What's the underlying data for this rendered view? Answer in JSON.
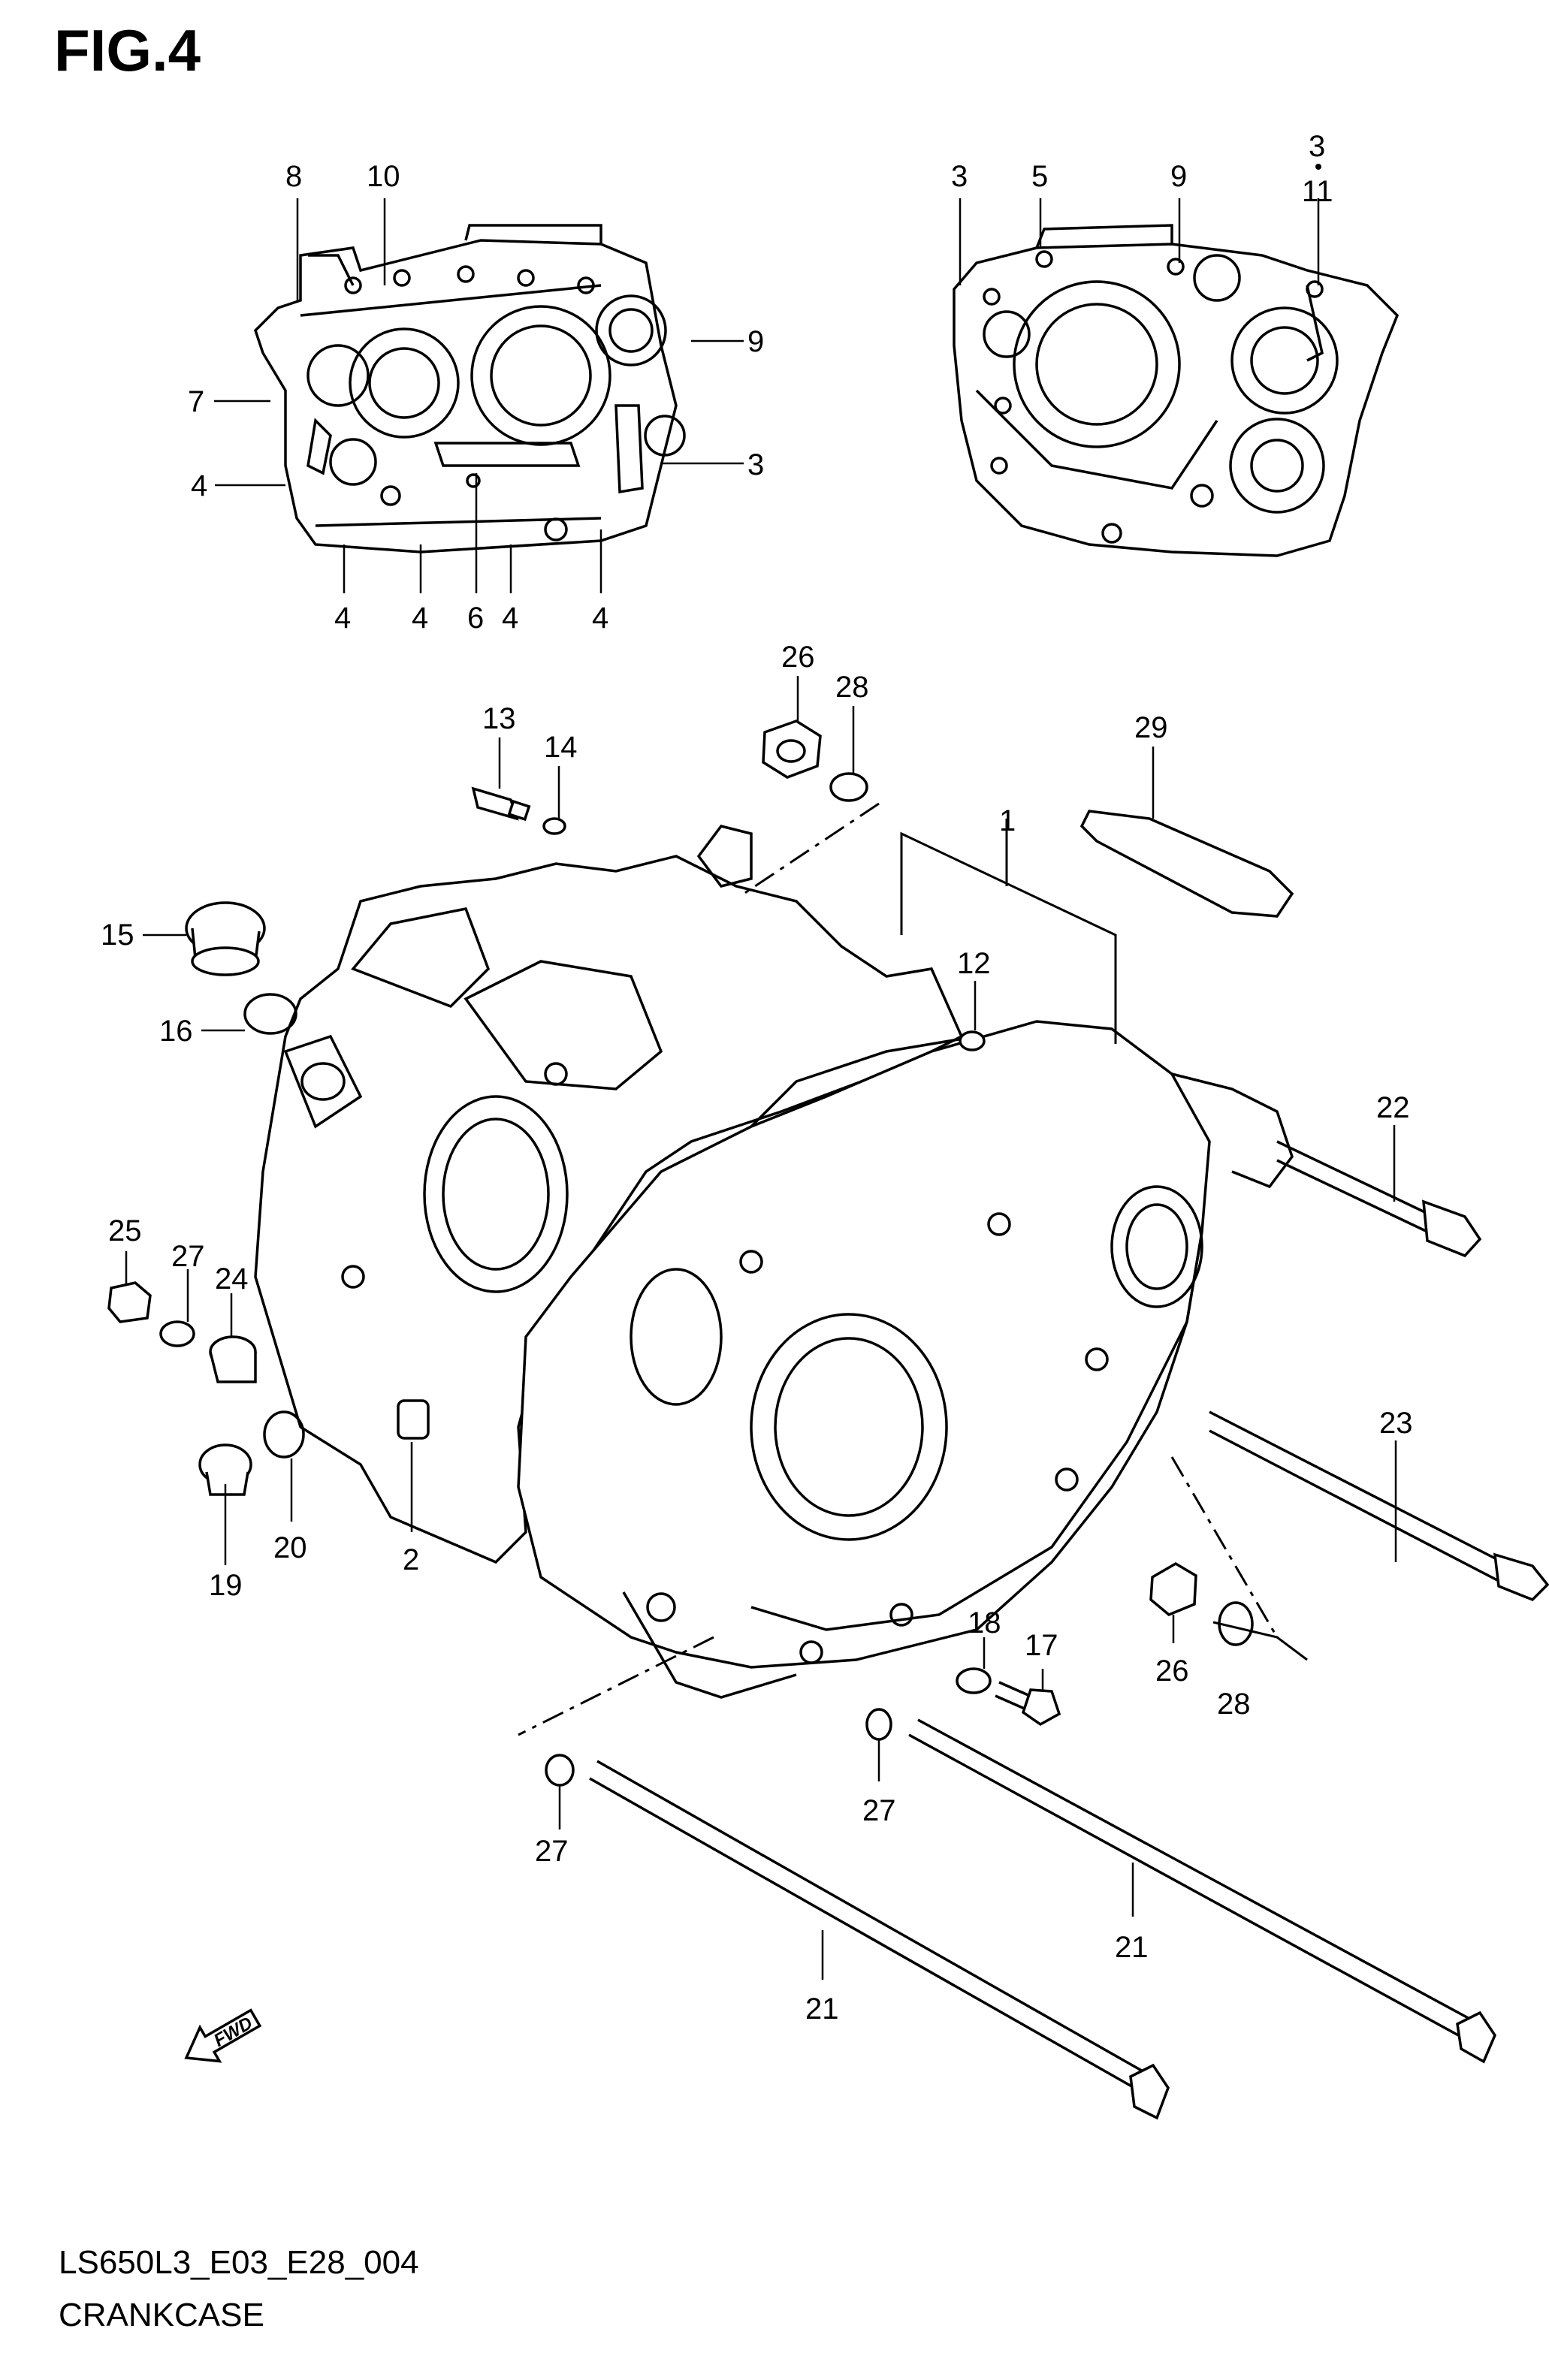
{
  "figure": {
    "title": "FIG.4"
  },
  "footer": {
    "code": "LS650L3_E03_E28_004",
    "name": "CRANKCASE"
  },
  "fwd_label": "FWD",
  "callouts": [
    {
      "id": "c8",
      "text": "8"
    },
    {
      "id": "c10",
      "text": "10"
    },
    {
      "id": "c7",
      "text": "7"
    },
    {
      "id": "c4a",
      "text": "4"
    },
    {
      "id": "c9a",
      "text": "9"
    },
    {
      "id": "c3a",
      "text": "3"
    },
    {
      "id": "c4b",
      "text": "4"
    },
    {
      "id": "c4c",
      "text": "4"
    },
    {
      "id": "c6",
      "text": "6"
    },
    {
      "id": "c4d",
      "text": "4"
    },
    {
      "id": "c4e",
      "text": "4"
    },
    {
      "id": "c3b",
      "text": "3"
    },
    {
      "id": "c5",
      "text": "5"
    },
    {
      "id": "c9b",
      "text": "9"
    },
    {
      "id": "c3c",
      "text": "3"
    },
    {
      "id": "c11",
      "text": "11"
    },
    {
      "id": "c26a",
      "text": "26"
    },
    {
      "id": "c28a",
      "text": "28"
    },
    {
      "id": "c13",
      "text": "13"
    },
    {
      "id": "c14",
      "text": "14"
    },
    {
      "id": "c29",
      "text": "29"
    },
    {
      "id": "c1",
      "text": "1"
    },
    {
      "id": "c15",
      "text": "15"
    },
    {
      "id": "c12",
      "text": "12"
    },
    {
      "id": "c16",
      "text": "16"
    },
    {
      "id": "c22",
      "text": "22"
    },
    {
      "id": "c25",
      "text": "25"
    },
    {
      "id": "c27a",
      "text": "27"
    },
    {
      "id": "c24",
      "text": "24"
    },
    {
      "id": "c23",
      "text": "23"
    },
    {
      "id": "c20",
      "text": "20"
    },
    {
      "id": "c2",
      "text": "2"
    },
    {
      "id": "c19",
      "text": "19"
    },
    {
      "id": "c18",
      "text": "18"
    },
    {
      "id": "c17",
      "text": "17"
    },
    {
      "id": "c26b",
      "text": "26"
    },
    {
      "id": "c28b",
      "text": "28"
    },
    {
      "id": "c27b",
      "text": "27"
    },
    {
      "id": "c27c",
      "text": "27"
    },
    {
      "id": "c21a",
      "text": "21"
    },
    {
      "id": "c21b",
      "text": "21"
    }
  ]
}
